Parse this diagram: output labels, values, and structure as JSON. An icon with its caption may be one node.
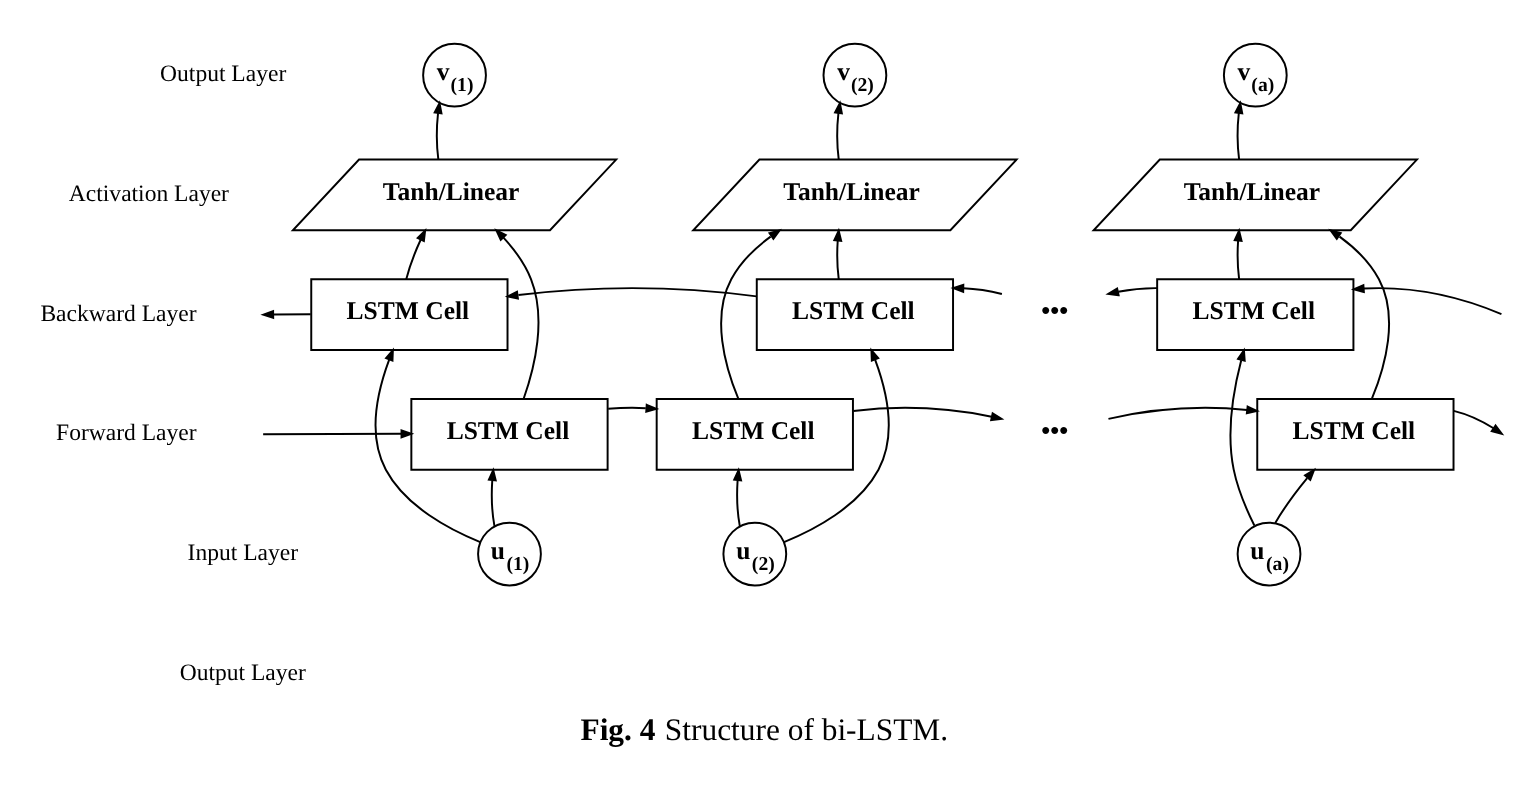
{
  "diagram": {
    "caption": "**Fig. 4** Structure of bi-LSTM.",
    "nodes": [
      {
        "text": [
          "v$_{(1)}$"
        ]
      },
      {
        "text": [
          "v$_{(2)}$"
        ]
      },
      {
        "text": [
          "v$_{(a)}$"
        ]
      },
      {
        "text": [
          "Tanh/Linear"
        ]
      },
      {
        "text": [
          "Tanh/Linear"
        ]
      },
      {
        "text": [
          "Tanh/Linear"
        ]
      },
      {
        "text": [
          "LSTM Cell"
        ]
      },
      {
        "text": [
          "LSTM Cell"
        ]
      },
      {
        "text": [
          "•••"
        ]
      },
      {
        "text": [
          "LSTM Cell"
        ]
      },
      {
        "text": [
          "LSTM Cell"
        ]
      },
      {
        "text": [
          "LSTM Cell"
        ]
      },
      {
        "text": [
          "•••"
        ]
      },
      {
        "text": [
          "LSTM Cell"
        ]
      },
      {
        "text": [
          "u$_{(1)}$"
        ]
      },
      {
        "text": [
          "u$_{(2)}$"
        ]
      },
      {
        "text": [
          "u$_{(a)}$"
        ]
      }
    ],
    "edges": [
      {
        "from": 14,
        "to": 6,
        "arrow": "to"
      },
      {
        "from": 14,
        "to": 10,
        "arrow": "to"
      },
      {
        "from": 6,
        "to": 3,
        "arrow": "to"
      },
      {
        "from": 10,
        "to": 3,
        "arrow": "to"
      },
      {
        "from": 3,
        "to": 0,
        "arrow": "to"
      },
      {
        "from": 15,
        "to": 7,
        "arrow": "to"
      },
      {
        "from": 15,
        "to": 11,
        "arrow": "to"
      },
      {
        "from": 7,
        "to": 4,
        "arrow": "to"
      },
      {
        "from": 11,
        "to": 4,
        "arrow": "to"
      },
      {
        "from": 4,
        "to": 1,
        "arrow": "to"
      },
      {
        "from": 16,
        "to": 9,
        "arrow": "to"
      },
      {
        "from": 16,
        "to": 13,
        "arrow": "to"
      },
      {
        "from": 9,
        "to": 5,
        "arrow": "to"
      },
      {
        "from": 13,
        "to": 5,
        "arrow": "to"
      },
      {
        "from": 5,
        "to": 2,
        "arrow": "to"
      },
      {
        "from": 6,
        "to": null,
        "arrow": "to"
      },
      {
        "from": 7,
        "to": 6,
        "arrow": "to"
      },
      {
        "from": 8,
        "to": 7,
        "arrow": "to"
      },
      {
        "from": 9,
        "to": 8,
        "arrow": "to"
      },
      {
        "from": null,
        "to": 9,
        "arrow": "to"
      },
      {
        "from": null,
        "to": 10,
        "arrow": "to"
      },
      {
        "from": 10,
        "to": 11,
        "arrow": "to"
      },
      {
        "from": 11,
        "to": 12,
        "arrow": "to"
      },
      {
        "from": 12,
        "to": 13,
        "arrow": "to"
      },
      {
        "from": 13,
        "to": null,
        "arrow": "to"
      }
    ],
    "labels": [
      "Output Layer",
      "Activation Layer",
      "Backward Layer",
      "Forward Layer",
      "Input Layer",
      "Output Layer"
    ]
  }
}
